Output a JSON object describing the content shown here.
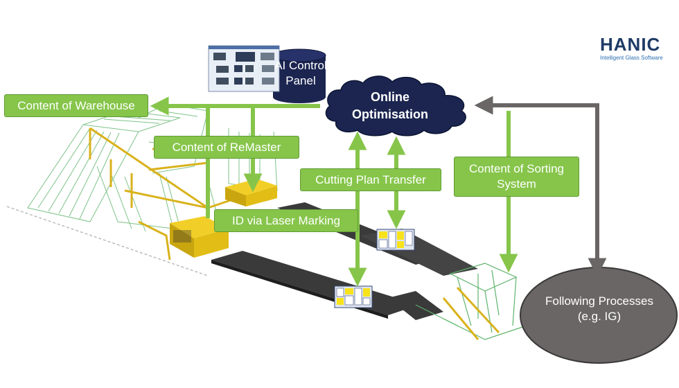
{
  "brand": {
    "name": "HANIC",
    "tagline": "Intelligent Glass Software"
  },
  "nodes": {
    "ai_panel": "AI Control Panel",
    "online_optimisation": "Online Optimisation",
    "warehouse": "Content of Warehouse",
    "remaster": "Content of ReMaster",
    "cutting_plan": "Cutting Plan Transfer",
    "sorting_system": "Content of Sorting System",
    "laser_marking": "ID via Laser Marking",
    "following_processes": "Following Processes (e.g. IG)"
  },
  "colors": {
    "green": "#86c54a",
    "navy": "#1b2550",
    "grey": "#6a6666",
    "machine_yellow": "#e8c21a"
  }
}
